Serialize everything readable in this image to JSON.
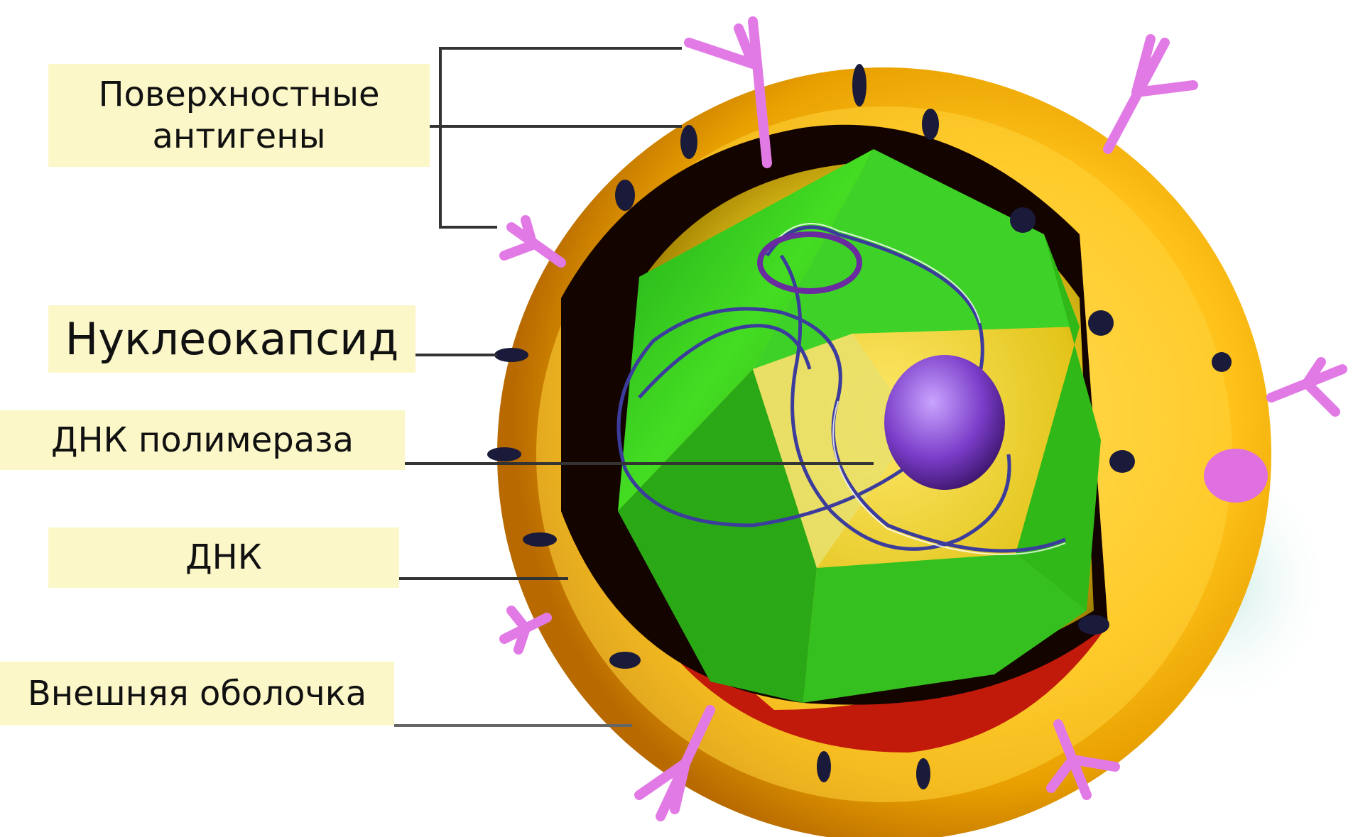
{
  "labels": {
    "surface_antigens": {
      "line1": "Поверхностные",
      "line2": "антигены"
    },
    "nucleocapsid": "Нуклеокапсид",
    "dna_polymerase": "ДНК полимераза",
    "dna": "ДНК",
    "outer_envelope": "Внешняя оболочка"
  },
  "colors": {
    "label_bg": "#fbf7c8",
    "envelope_outer": "#f5b800",
    "envelope_inner": "#ffd84a",
    "capsid_green": "#33cc22",
    "capsid_dark": "#1a0a00",
    "polymerase": "#7a3cc8",
    "spike": "#e070e0",
    "dna_strand": "#4040a0",
    "leader": "#333333"
  }
}
